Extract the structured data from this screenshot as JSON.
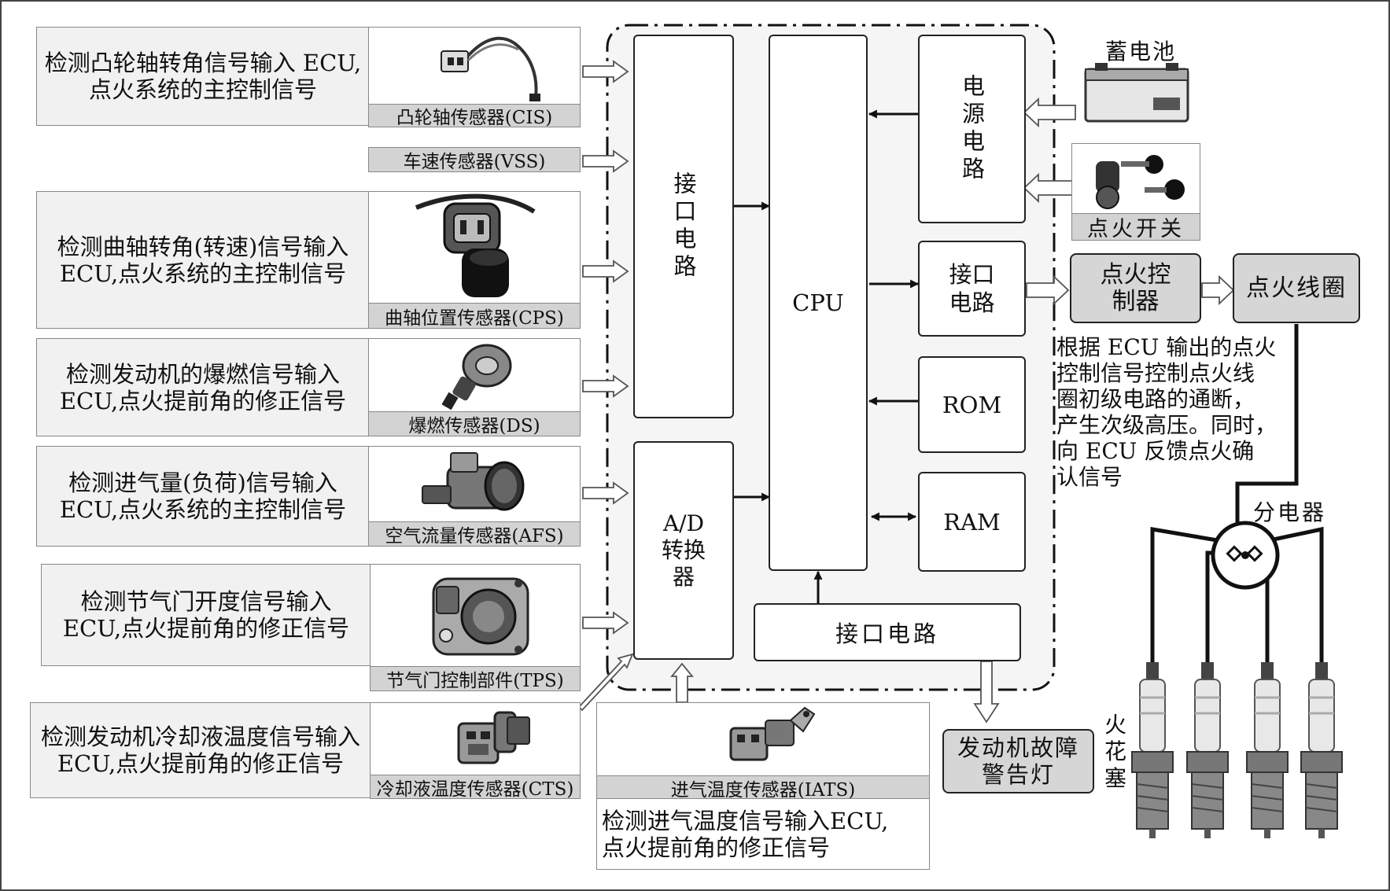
{
  "sensors": [
    {
      "desc": "检测凸轮轴转角信号输入 ECU,\n点火系统的主控制信号",
      "caption": "凸轮轴传感器(CIS)",
      "icon": "camshaft-sensor-icon"
    },
    {
      "desc": "",
      "caption": "车速传感器(VSS)",
      "icon": ""
    },
    {
      "desc": "检测曲轴转角(转速)信号输入\nECU,点火系统的主控制信号",
      "caption": "曲轴位置传感器(CPS)",
      "icon": "crankshaft-sensor-icon"
    },
    {
      "desc": "检测发动机的爆燃信号输入\nECU,点火提前角的修正信号",
      "caption": "爆燃传感器(DS)",
      "icon": "knock-sensor-icon"
    },
    {
      "desc": "检测进气量(负荷)信号输入\nECU,点火系统的主控制信号",
      "caption": "空气流量传感器(AFS)",
      "icon": "airflow-sensor-icon"
    },
    {
      "desc": "检测节气门开度信号输入\nECU,点火提前角的修正信号",
      "caption": "节气门控制部件(TPS)",
      "icon": "throttle-body-icon"
    },
    {
      "desc": "检测发动机冷却液温度信号输入\nECU,点火提前角的修正信号",
      "caption": "冷却液温度传感器(CTS)",
      "icon": "coolant-sensor-icon"
    }
  ],
  "iats": {
    "caption": "进气温度传感器(IATS)",
    "desc": "检测进气温度信号输入ECU,\n点火提前角的修正信号",
    "icon": "intake-temp-sensor-icon"
  },
  "ecu": {
    "input_interface": "接口电路",
    "ad_converter": "A/D转换器",
    "cpu": "CPU",
    "power_circuit": "电源电路",
    "output_interface": "接口电路",
    "rom": "ROM",
    "ram": "RAM",
    "bottom_interface": "接口电路"
  },
  "power": {
    "battery": "蓄电池",
    "ignition_switch": "点火开关"
  },
  "outputs": {
    "igniter": "点火控制器",
    "coil": "点火线圈",
    "igniter_note": "根据 ECU 输出的点火\n控制信号控制点火线\n圈初级电路的通断，\n产生次级高压。同时，\n向 ECU 反馈点火确\n认信号",
    "distributor": "分电器",
    "spark_plug": "火花塞",
    "warning_lamp": "发动机故障\n警告灯"
  },
  "colors": {
    "panel": "#f1f1f1",
    "caption": "#d3d3d3",
    "highlight": "#d6d6d6",
    "line": "#111111"
  }
}
